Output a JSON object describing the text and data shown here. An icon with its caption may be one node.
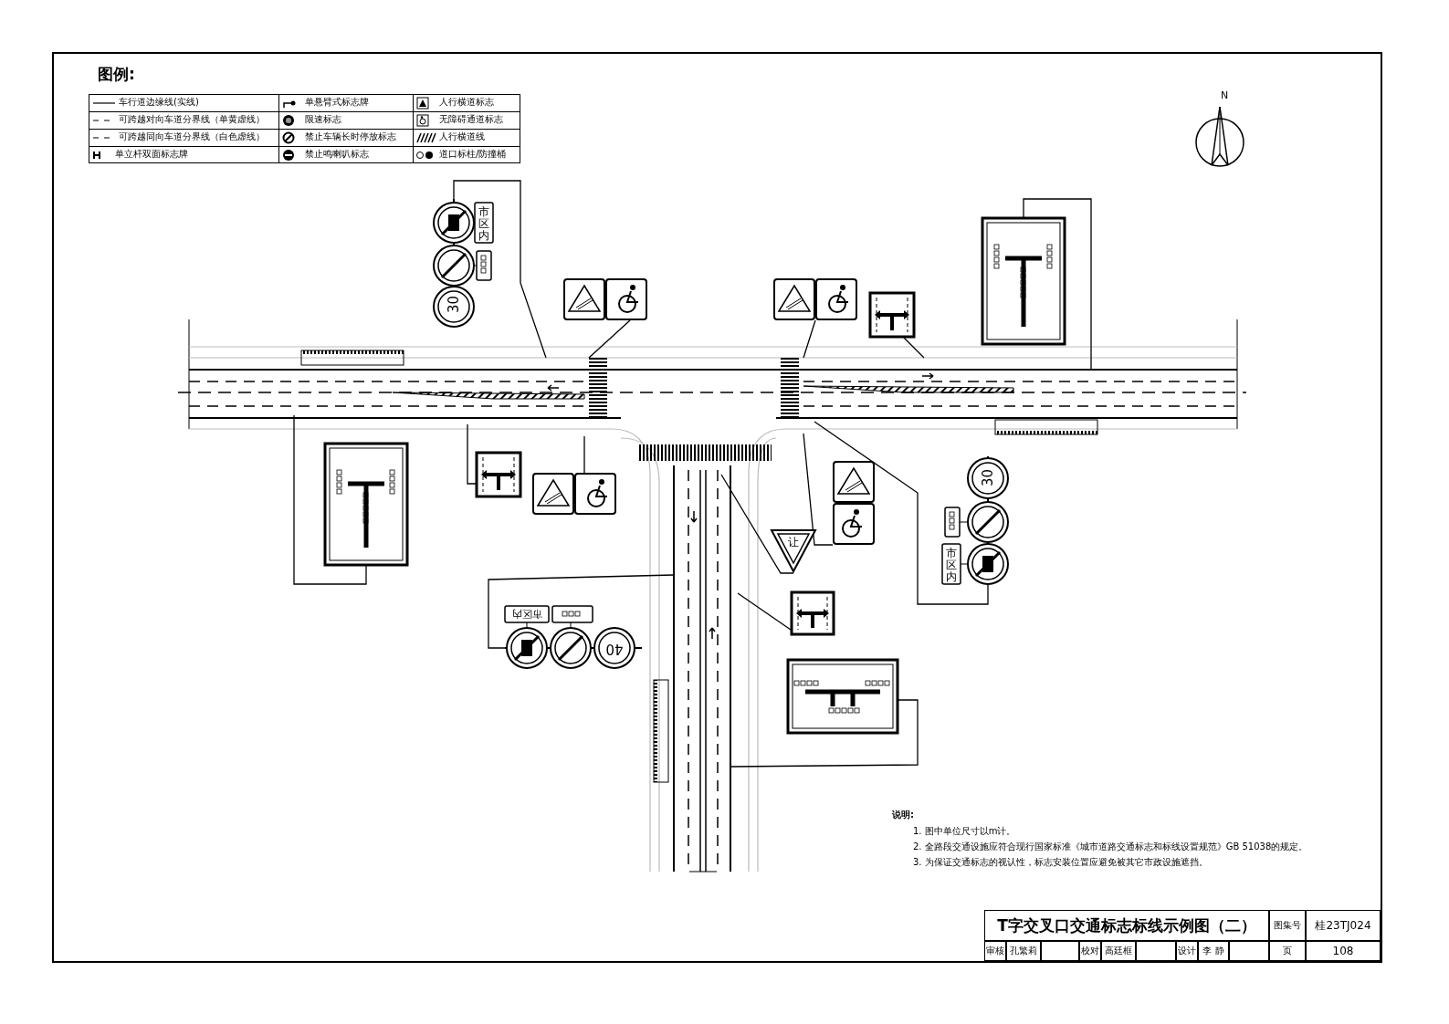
{
  "diagram": {
    "title": "T字交叉口交通标志标线示例图（二）",
    "nodes": [
      {
        "text": [
          "市区内",
          "30"
        ]
      },
      {
        "text": [],
        "shape": "picture"
      },
      {
        "text": [],
        "shape": "picture"
      },
      {
        "text": [],
        "shape": "picture"
      },
      {
        "text": [],
        "shape": "picture"
      },
      {
        "text": [
          "市区内",
          "40"
        ]
      },
      {
        "text": [
          "让"
        ]
      },
      {
        "text": [],
        "shape": "picture"
      },
      {
        "text": [],
        "shape": "picture"
      },
      {
        "text": [],
        "shape": "picture"
      },
      {
        "text": [],
        "shape": "picture"
      },
      {
        "text": [],
        "shape": "picture"
      },
      {
        "text": [],
        "shape": "picture"
      },
      {
        "text": [
          "30",
          "市区内"
        ]
      }
    ],
    "edges": [
      {
        "from": 0,
        "to": null,
        "arrow": "none"
      },
      {
        "from": 1,
        "to": null,
        "arrow": "none"
      },
      {
        "from": 2,
        "to": null,
        "arrow": "none"
      },
      {
        "from": 3,
        "to": null,
        "arrow": "none"
      },
      {
        "from": 4,
        "to": null,
        "arrow": "none"
      },
      {
        "from": 5,
        "to": null,
        "arrow": "none"
      },
      {
        "from": 6,
        "to": null,
        "arrow": "none"
      },
      {
        "from": 7,
        "to": null,
        "arrow": "none"
      },
      {
        "from": 8,
        "to": null,
        "arrow": "none"
      },
      {
        "from": 9,
        "to": null,
        "arrow": "none"
      },
      {
        "from": 10,
        "to": null,
        "arrow": "none"
      },
      {
        "from": 11,
        "to": null,
        "arrow": "none"
      },
      {
        "from": 12,
        "to": null,
        "arrow": "none"
      },
      {
        "from": 13,
        "to": null,
        "arrow": "none"
      }
    ],
    "labels": [
      "图例:",
      "N",
      "说明:",
      "1. 图中单位尺寸以m计。",
      "2. 全路段交通设施应符合现行国家标准《城市道路交通标志和标线设置规范》GB 51038的规定。",
      "3. 为保证交通标志的视认性，标志安装位置应避免被其它市政设施遮挡。",
      "图集号",
      "桂23TJ024",
      "审核",
      "孔繁莉",
      "校对",
      "高廷框",
      "设计",
      "李 静",
      "页",
      "108"
    ],
    "legend": [
      {
        "text": "车行道边缘线(实线)"
      },
      {
        "text": "可跨越对向车道分界线（单黄虚线）"
      },
      {
        "text": "可跨越同向车道分界线（白色虚线）"
      },
      {
        "text": "单立杆双面标志牌"
      },
      {
        "text": "单悬臂式标志牌"
      },
      {
        "text": "限速标志"
      },
      {
        "text": "禁止车辆长时停放标志"
      },
      {
        "text": "禁止鸣喇叭标志"
      },
      {
        "text": "人行横道标志"
      },
      {
        "text": "无障碍通道标志"
      },
      {
        "text": "人行横道线"
      },
      {
        "text": "道口标柱/防撞桶"
      }
    ]
  }
}
